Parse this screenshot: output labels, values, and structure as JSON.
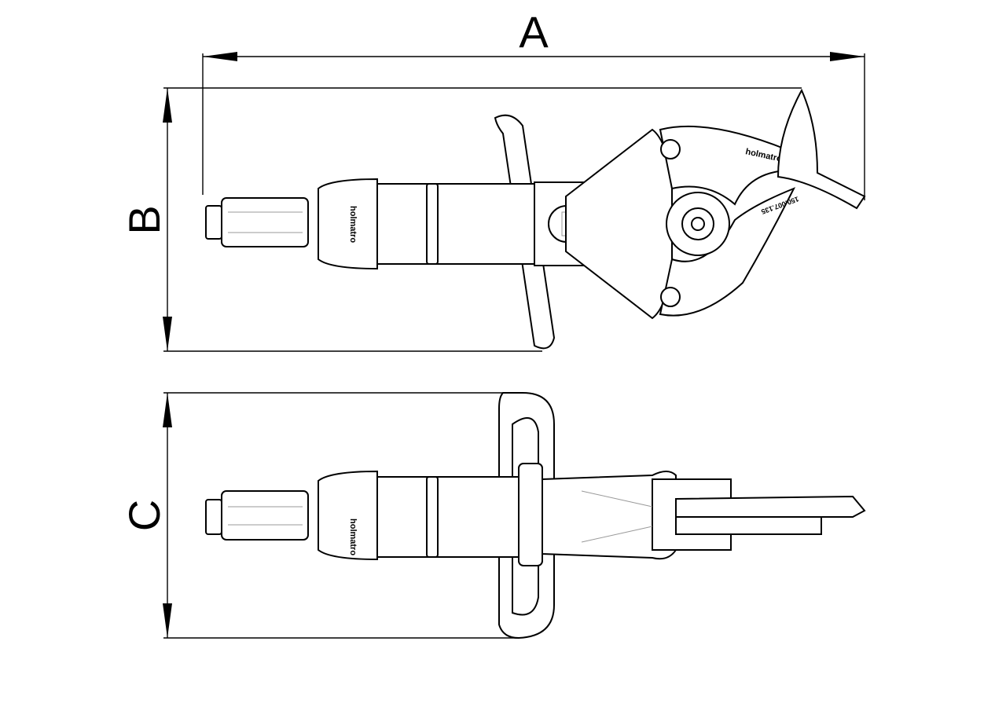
{
  "dimensions": {
    "a": "A",
    "b": "B",
    "c": "C"
  },
  "tool": {
    "brand": "holmatro",
    "serial": "150.007.135"
  },
  "colors": {
    "line": "#000000",
    "hidden_line": "#999999",
    "background": "#ffffff"
  }
}
